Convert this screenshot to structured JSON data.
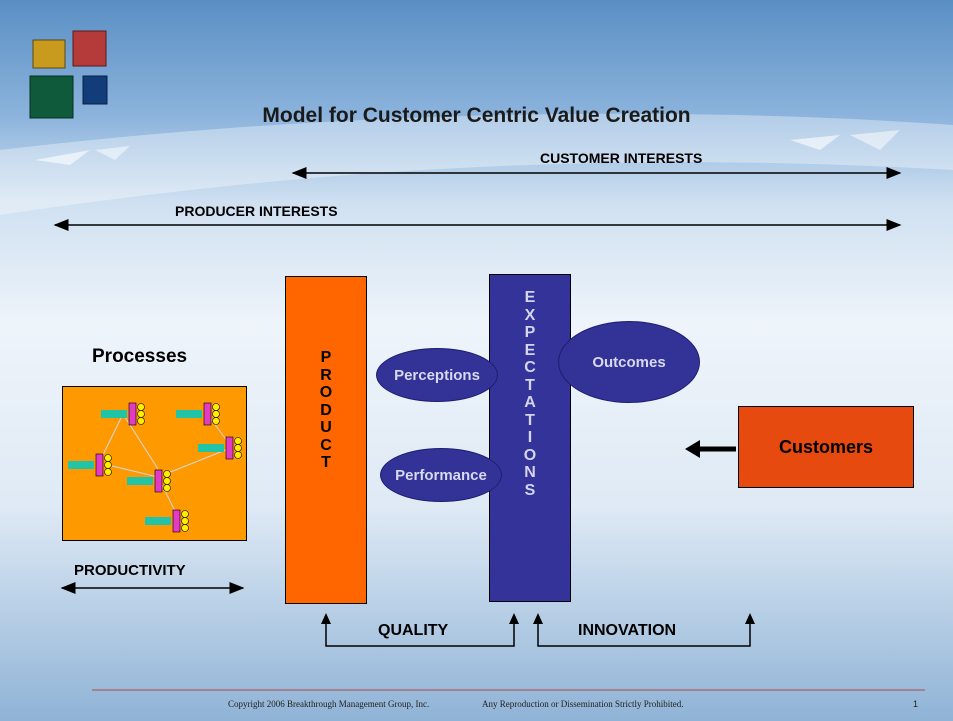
{
  "title": "Model for Customer Centric Value Creation",
  "arrows": {
    "customer_interests": "CUSTOMER INTERESTS",
    "producer_interests": "PRODUCER INTERESTS"
  },
  "processes": {
    "label": "Processes"
  },
  "productivity": "PRODUCTIVITY",
  "product": {
    "letters": [
      "P",
      "R",
      "O",
      "D",
      "U",
      "C",
      "T"
    ]
  },
  "expectations": {
    "letters": [
      "E",
      "X",
      "P",
      "E",
      "C",
      "T",
      "A",
      "T",
      "I",
      "O",
      "N",
      "S"
    ]
  },
  "ellipses": {
    "perceptions": "Perceptions",
    "performance": "Performance",
    "outcomes": "Outcomes"
  },
  "customers": "Customers",
  "bottom": {
    "quality": "QUALITY",
    "innovation": "INNOVATION"
  },
  "footer": {
    "copyright": "Copyright 2006 Breakthrough Management Group, Inc.",
    "notice": "Any Reproduction or Dissemination Strictly Prohibited.",
    "page_number": "1"
  },
  "colors": {
    "product_box": "#ff6600",
    "expectations_box": "#333399",
    "customers_box": "#e64a0e",
    "processes_box": "#ff9900"
  }
}
